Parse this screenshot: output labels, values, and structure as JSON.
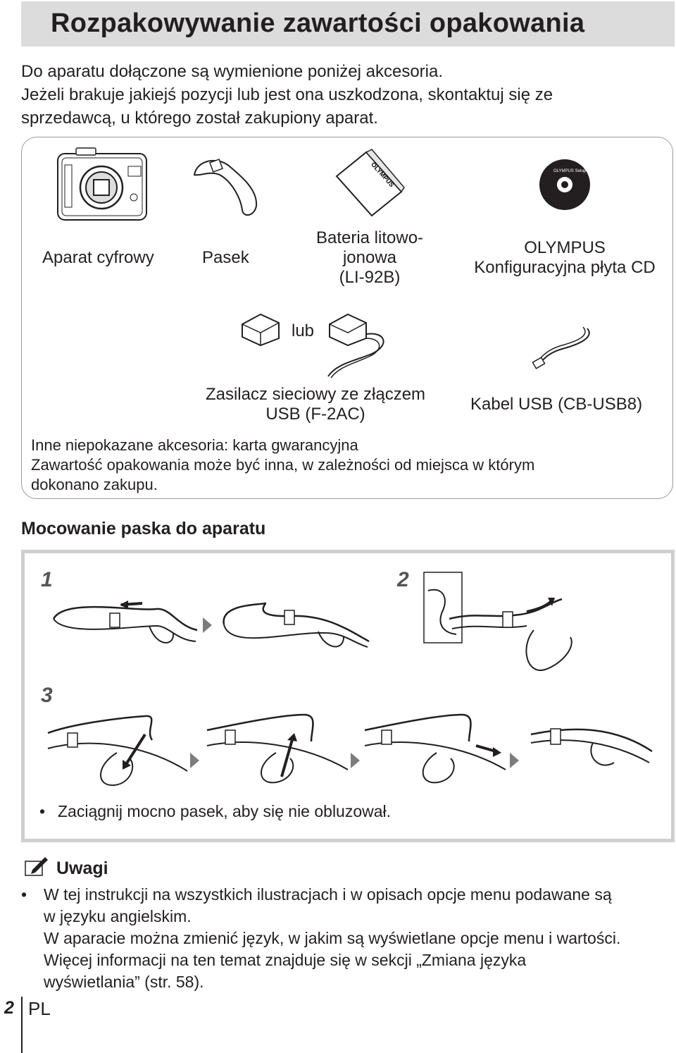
{
  "title": "Rozpakowywanie zawartości opakowania",
  "intro": [
    "Do aparatu dołączone są wymienione poniżej akcesoria.",
    "Jeżeli brakuje jakiejś pozycji lub jest ona uszkodzona, skontaktuj się ze",
    "sprzedawcą, u którego został zakupiony aparat."
  ],
  "items": {
    "camera": "Aparat cyfrowy",
    "strap": "Pasek",
    "battery": [
      "Bateria litowo-",
      "jonowa",
      "(LI-92B)"
    ],
    "cd": [
      "OLYMPUS",
      "Konfiguracyjna płyta CD"
    ],
    "or_label": "lub",
    "adapter": [
      "Zasilacz sieciowy ze złączem",
      "USB (F-2AC)"
    ],
    "usb_cable": "Kabel USB (CB-USB8)"
  },
  "box_notes": [
    "Inne niepokazane akcesoria: karta gwarancyjna",
    "Zawartość opakowania może być inna, w zależności od miejsca w którym",
    "dokonano zakupu."
  ],
  "strap_section": {
    "heading": "Mocowanie paska do aparatu",
    "steps": [
      "1",
      "2",
      "3"
    ],
    "bullet": "Zaciągnij mocno pasek, aby się nie obluzował."
  },
  "notes": {
    "heading": "Uwagi",
    "lines": [
      "W tej instrukcji na wszystkich ilustracjach i w opisach opcje menu podawane są",
      "w języku angielskim.",
      "W aparacie można zmienić język, w jakim są wyświetlane opcje menu i wartości.",
      "Więcej informacji na ten temat znajduje się w sekcji „Zmiana języka",
      "wyświetlania” (str. 58)."
    ]
  },
  "footer": {
    "page": "2",
    "lang": "PL"
  },
  "logo_text": {
    "battery": "OLYMPUS",
    "cd": "OLYMPUS Setup"
  }
}
